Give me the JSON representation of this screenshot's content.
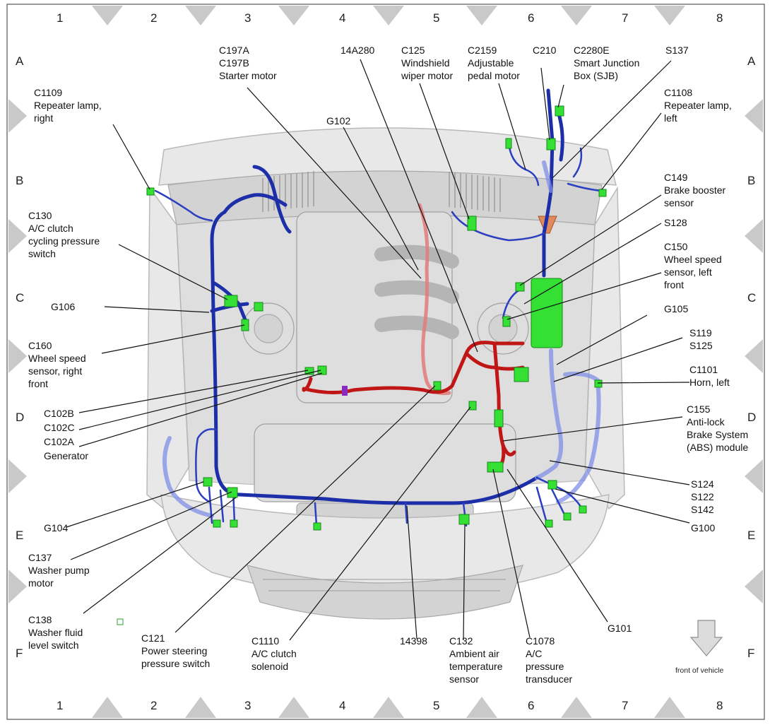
{
  "grid": {
    "columns": [
      "1",
      "2",
      "3",
      "4",
      "5",
      "6",
      "7",
      "8"
    ],
    "rows": [
      "A",
      "B",
      "C",
      "D",
      "E",
      "F"
    ]
  },
  "labels": {
    "c197": [
      "C197A",
      "C197B",
      "Starter motor"
    ],
    "l14a280": [
      "14A280"
    ],
    "c125": [
      "C125",
      "Windshield",
      "wiper motor"
    ],
    "c2159": [
      "C2159",
      "Adjustable",
      "pedal motor"
    ],
    "c210": [
      "C210"
    ],
    "c2280e": [
      "C2280E",
      "Smart Junction",
      "Box (SJB)"
    ],
    "s137": [
      "S137"
    ],
    "c1109": [
      "C1109",
      "Repeater lamp,",
      "right"
    ],
    "g102": [
      "G102"
    ],
    "c1108": [
      "C1108",
      "Repeater lamp,",
      "left"
    ],
    "c149": [
      "C149",
      "Brake booster",
      "sensor"
    ],
    "c130": [
      "C130",
      "A/C clutch",
      "cycling pressure",
      "switch"
    ],
    "s128": [
      "S128"
    ],
    "c150": [
      "C150",
      "Wheel speed",
      "sensor, left",
      "front"
    ],
    "g106": [
      "G106"
    ],
    "g105": [
      "G105"
    ],
    "c160": [
      "C160",
      "Wheel speed",
      "sensor, right",
      "front"
    ],
    "s119": [
      "S119",
      "S125"
    ],
    "c1101": [
      "C1101",
      "Horn, left"
    ],
    "c102": [
      "C102B",
      "C102C",
      "C102A",
      "Generator"
    ],
    "c155": [
      "C155",
      "Anti-lock",
      "Brake System",
      "(ABS) module"
    ],
    "g104": [
      "G104"
    ],
    "s124": [
      "S124",
      "S122",
      "S142"
    ],
    "g100": [
      "G100"
    ],
    "c137": [
      "C137",
      "Washer pump",
      "motor"
    ],
    "c138": [
      "C138",
      "Washer fluid",
      "level switch"
    ],
    "g101": [
      "G101"
    ],
    "c121": [
      "C121",
      "Power steering",
      "pressure switch"
    ],
    "c1110": [
      "C1110",
      "A/C clutch",
      "solenoid"
    ],
    "l14398": [
      "14398"
    ],
    "c132": [
      "C132",
      "Ambient air",
      "temperature",
      "sensor"
    ],
    "c1078": [
      "C1078",
      "A/C",
      "pressure",
      "transducer"
    ]
  },
  "front_of_vehicle": "front of vehicle",
  "colors": {
    "harness_dark_blue": "#1d2fa8",
    "harness_light_blue": "#7f8fe6",
    "harness_red": "#c01616",
    "connector_green": "#33e033",
    "grid_marker": "#c9c9c9"
  }
}
